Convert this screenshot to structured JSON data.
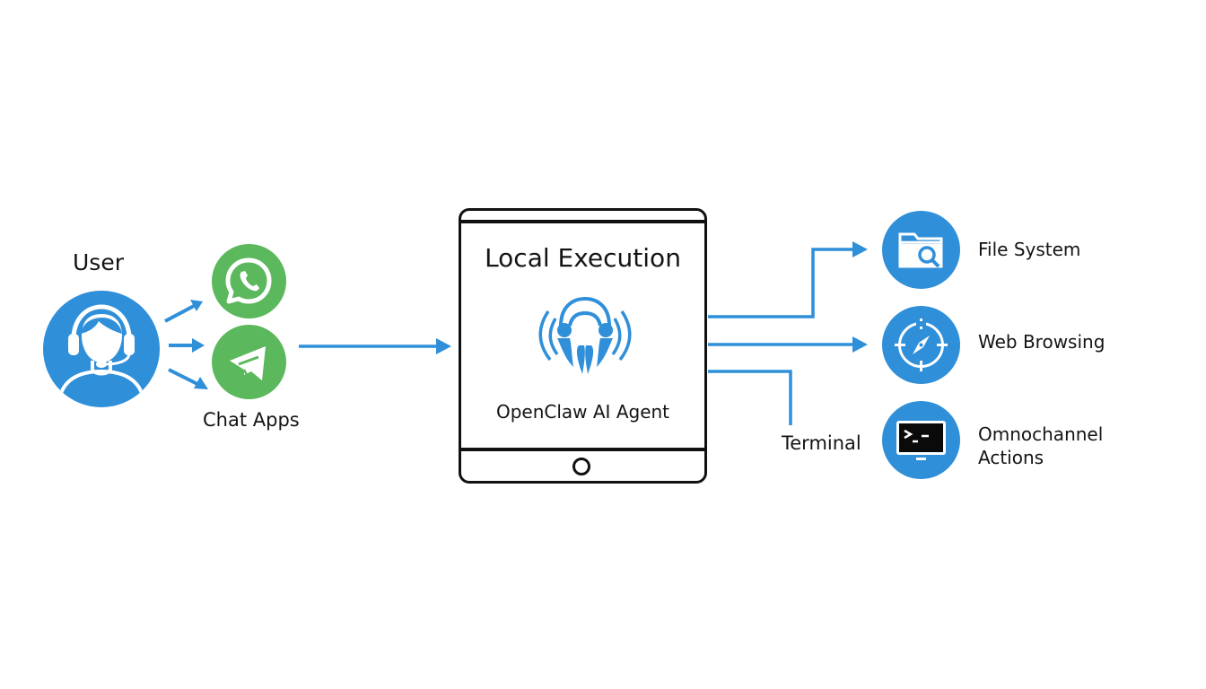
{
  "colors": {
    "accent_blue": "#2f8fd9",
    "chat_green": "#5cb85c",
    "frame_black": "#111111",
    "text": "#141414",
    "terminal_black": "#0a0a0a"
  },
  "user": {
    "label": "User",
    "icon": "headset-user-icon"
  },
  "chat_apps": {
    "label": "Chat Apps",
    "apps": [
      {
        "icon": "whatsapp-icon"
      },
      {
        "icon": "paper-plane-icon"
      }
    ]
  },
  "device": {
    "title": "Local Execution",
    "agent_name": "OpenClaw AI Agent",
    "agent_icon": "openclaw-claw-icon",
    "home_button_icon": "home-button-icon"
  },
  "outputs": [
    {
      "label": "File System",
      "icon": "folder-search-icon"
    },
    {
      "label": "Web Browsing",
      "icon": "compass-icon"
    },
    {
      "label_line1": "Omnochannel",
      "label_line2": "Actions",
      "icon": "terminal-icon"
    }
  ],
  "terminal_label": "Terminal"
}
